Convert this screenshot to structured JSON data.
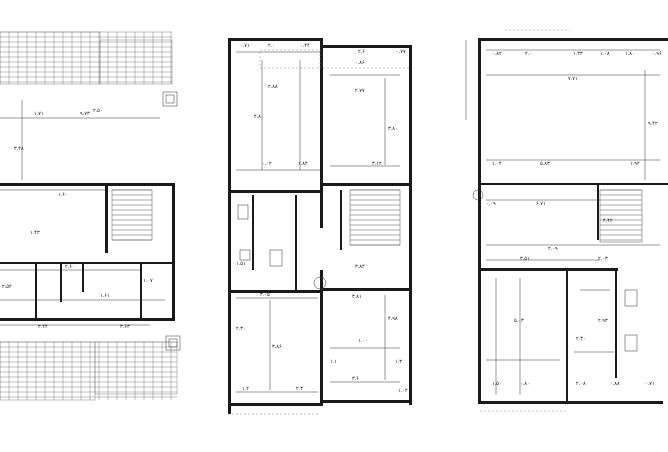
{
  "drawing": {
    "left_plan": {
      "labels": [
        "۲.۵۰",
        "۹.۷۳",
        "۱.۷۱",
        "۳.۴۸",
        "۱.۶۰",
        "۱.۴۳",
        "۲.۶۰",
        "۳.۴۲",
        "۳.۶۳",
        "۲.۵۴",
        "۱.۶۱",
        "۱.۰۷"
      ]
    },
    "middle_plan": {
      "labels": [
        "۰.۷۱",
        "۲.۰",
        "۱.۰۰",
        "۰.۴۴",
        "۲.۶",
        "۰.۷۷",
        "۰.۸۶",
        "۲.۷۷",
        "۲.۸۸",
        "۴.۸۰",
        "۱.۸۴",
        "۳.۱۲",
        "۰.۰۲",
        "۳.۸۰",
        "۳.۸۴",
        "۱.۵۱",
        "۳.۰۵",
        "۳.۸۶",
        "۲.۳۰",
        "۱.۲",
        "۲.۳",
        "۳.۸۱",
        "۴.۹۸",
        "۱.۱",
        "۱.۳",
        "۳.۶",
        "۱.۰۴"
      ]
    },
    "right_plan": {
      "labels": [
        "۰.۸۲",
        "۲.۰",
        "۱.۳۳",
        "۱.۰۸",
        "۱.۸۰",
        "۰.۹۶",
        "۷.۷۱",
        "۹.۴۲",
        "۵.۸۳",
        "۱.۹۲",
        "۱.۰۴",
        "۶.۷۱",
        "۰.۰۹",
        "۲.۰۹",
        "۳.۵۱",
        "۲.۰۳",
        "۴.۴۲",
        "۵.۰۳",
        "۲.۹۳",
        "۲.۳۰",
        "۱.۵۰",
        "۰.۸۰",
        "۲.۰۸",
        "۰.۸۸",
        "۰.۷۱"
      ]
    }
  }
}
